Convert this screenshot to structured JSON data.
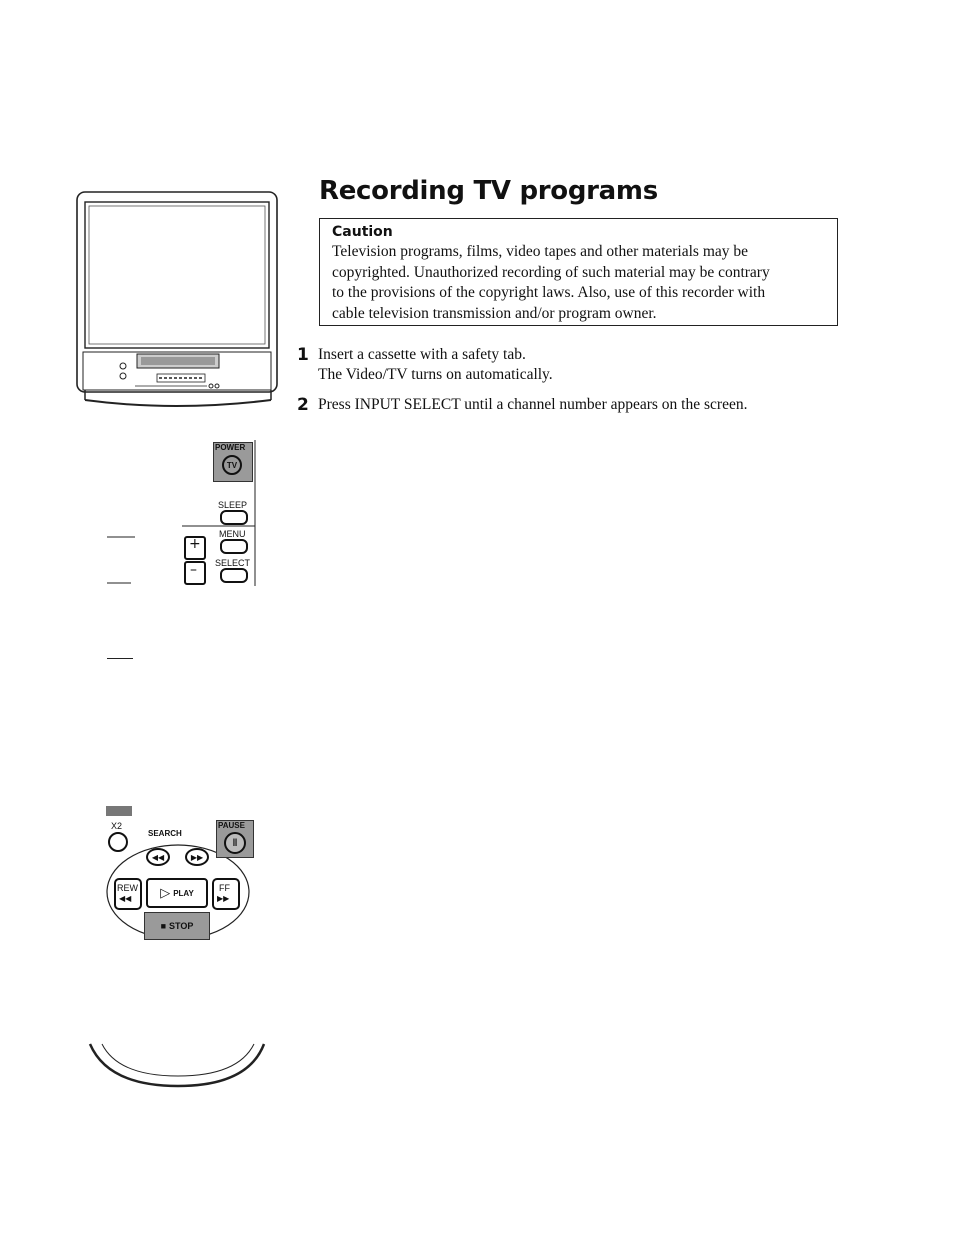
{
  "title": "Recording TV programs",
  "caution": {
    "heading": "Caution",
    "lines": [
      "Television programs, films, video tapes and other materials may be",
      "copyrighted. Unauthorized recording of such material may be contrary",
      "to the provisions of the copyright laws. Also, use of this recorder with",
      "cable television transmission and/or program owner."
    ]
  },
  "steps": [
    {
      "number": "1",
      "lines": [
        "Insert a cassette with a safety tab.",
        "The Video/TV turns on automatically."
      ]
    },
    {
      "number": "2",
      "lines": [
        "Press INPUT SELECT until a channel number appears on the screen."
      ]
    }
  ],
  "remote_top": {
    "power_label": "POWER",
    "power_button_label": "TV",
    "sleep_label": "SLEEP",
    "menu_label": "MENU",
    "select_label": "SELECT"
  },
  "remote_bottom": {
    "x2_label": "X2",
    "search_label": "SEARCH",
    "pause_label": "PAUSE",
    "rew_label": "REW",
    "play_label": "PLAY",
    "ff_label": "FF",
    "stop_label": "STOP"
  }
}
